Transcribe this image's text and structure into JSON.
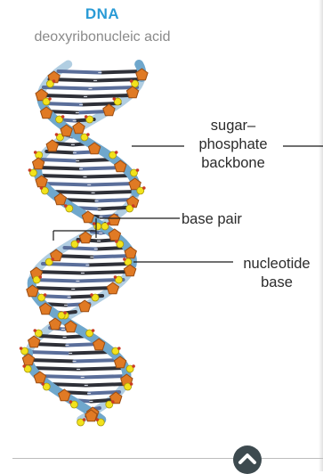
{
  "diagram": {
    "title": "DNA",
    "subtitle": "deoxyribonucleic acid",
    "labels": {
      "backbone_line1": "sugar–",
      "backbone_line2": "phosphate",
      "backbone_line3": "backbone",
      "base_pair": "base pair",
      "nucleotide_line1": "nucleotide",
      "nucleotide_line2": "base"
    }
  },
  "colors": {
    "title": "#2a9bd6",
    "subtitle": "#8a8a8a",
    "label_text": "#2b2b2b",
    "leader_line": "#1a1a1a",
    "backbone_ribbon": "#6fa7cc",
    "phosphate": "#f2e21c",
    "sugar": "#e07a24",
    "base_dark": "#2e3038",
    "base_blue": "#5a6e9a",
    "scroll_button": "#3d4a4f"
  },
  "icons": {
    "scroll_top": "chevron-up-icon"
  }
}
